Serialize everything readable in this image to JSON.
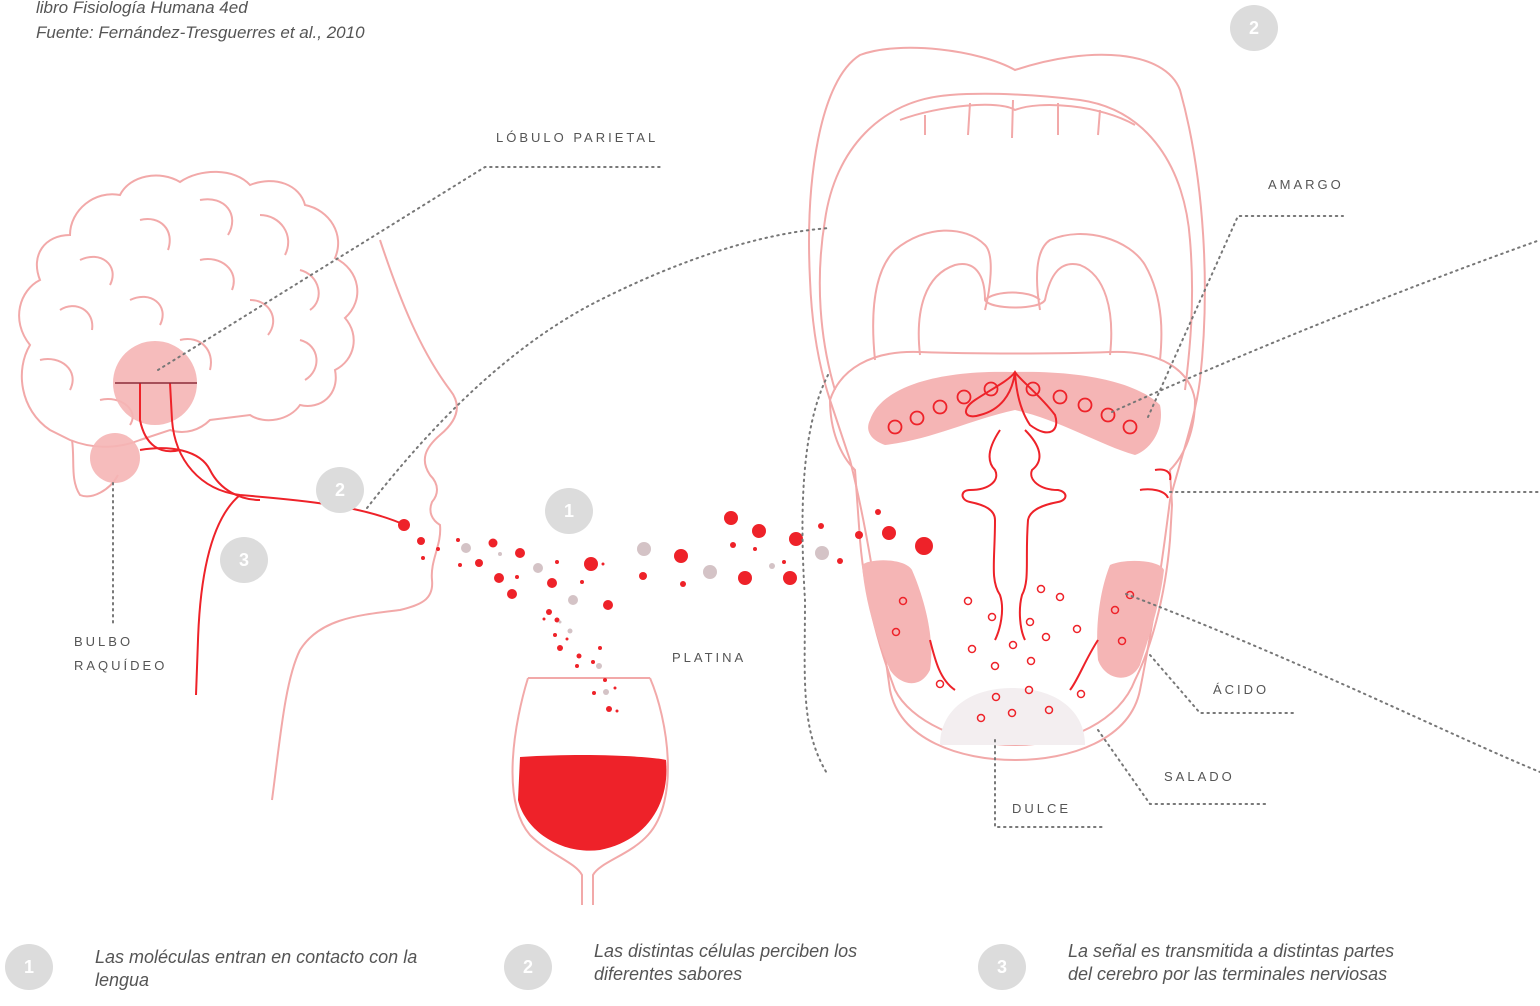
{
  "source": {
    "line1": "libro Fisiología Humana 4ed",
    "line2": "Fuente: Fernández-Tresguerres et al., 2010"
  },
  "labels": {
    "parietal": "LÓBULO PARIETAL",
    "bulbo_1": "BULBO",
    "bulbo_2": "RAQUÍDEO",
    "platina": "PLATINA",
    "amargo": "AMARGO",
    "acido": "ÁCIDO",
    "salado": "SALADO",
    "dulce": "DULCE"
  },
  "badges": {
    "near_mouth": "2",
    "neck": "3",
    "droplets": "1",
    "top_right": "2"
  },
  "steps": [
    {
      "number": "1",
      "text": "Las moléculas entran en contacto con la lengua"
    },
    {
      "number": "2",
      "text": "Las distintas células perciben los diferentes sabores"
    },
    {
      "number": "3",
      "text": "La señal es transmitida a distintas partes del cerebro por las terminales nerviosas"
    }
  ],
  "colors": {
    "outline": "#f2a9a9",
    "accent": "#ee2229",
    "zone": "#f5b5b5",
    "sweet_zone": "#f3eef0",
    "droplet_grey": "#d4c3c6",
    "badge": "#dcdcdc"
  }
}
